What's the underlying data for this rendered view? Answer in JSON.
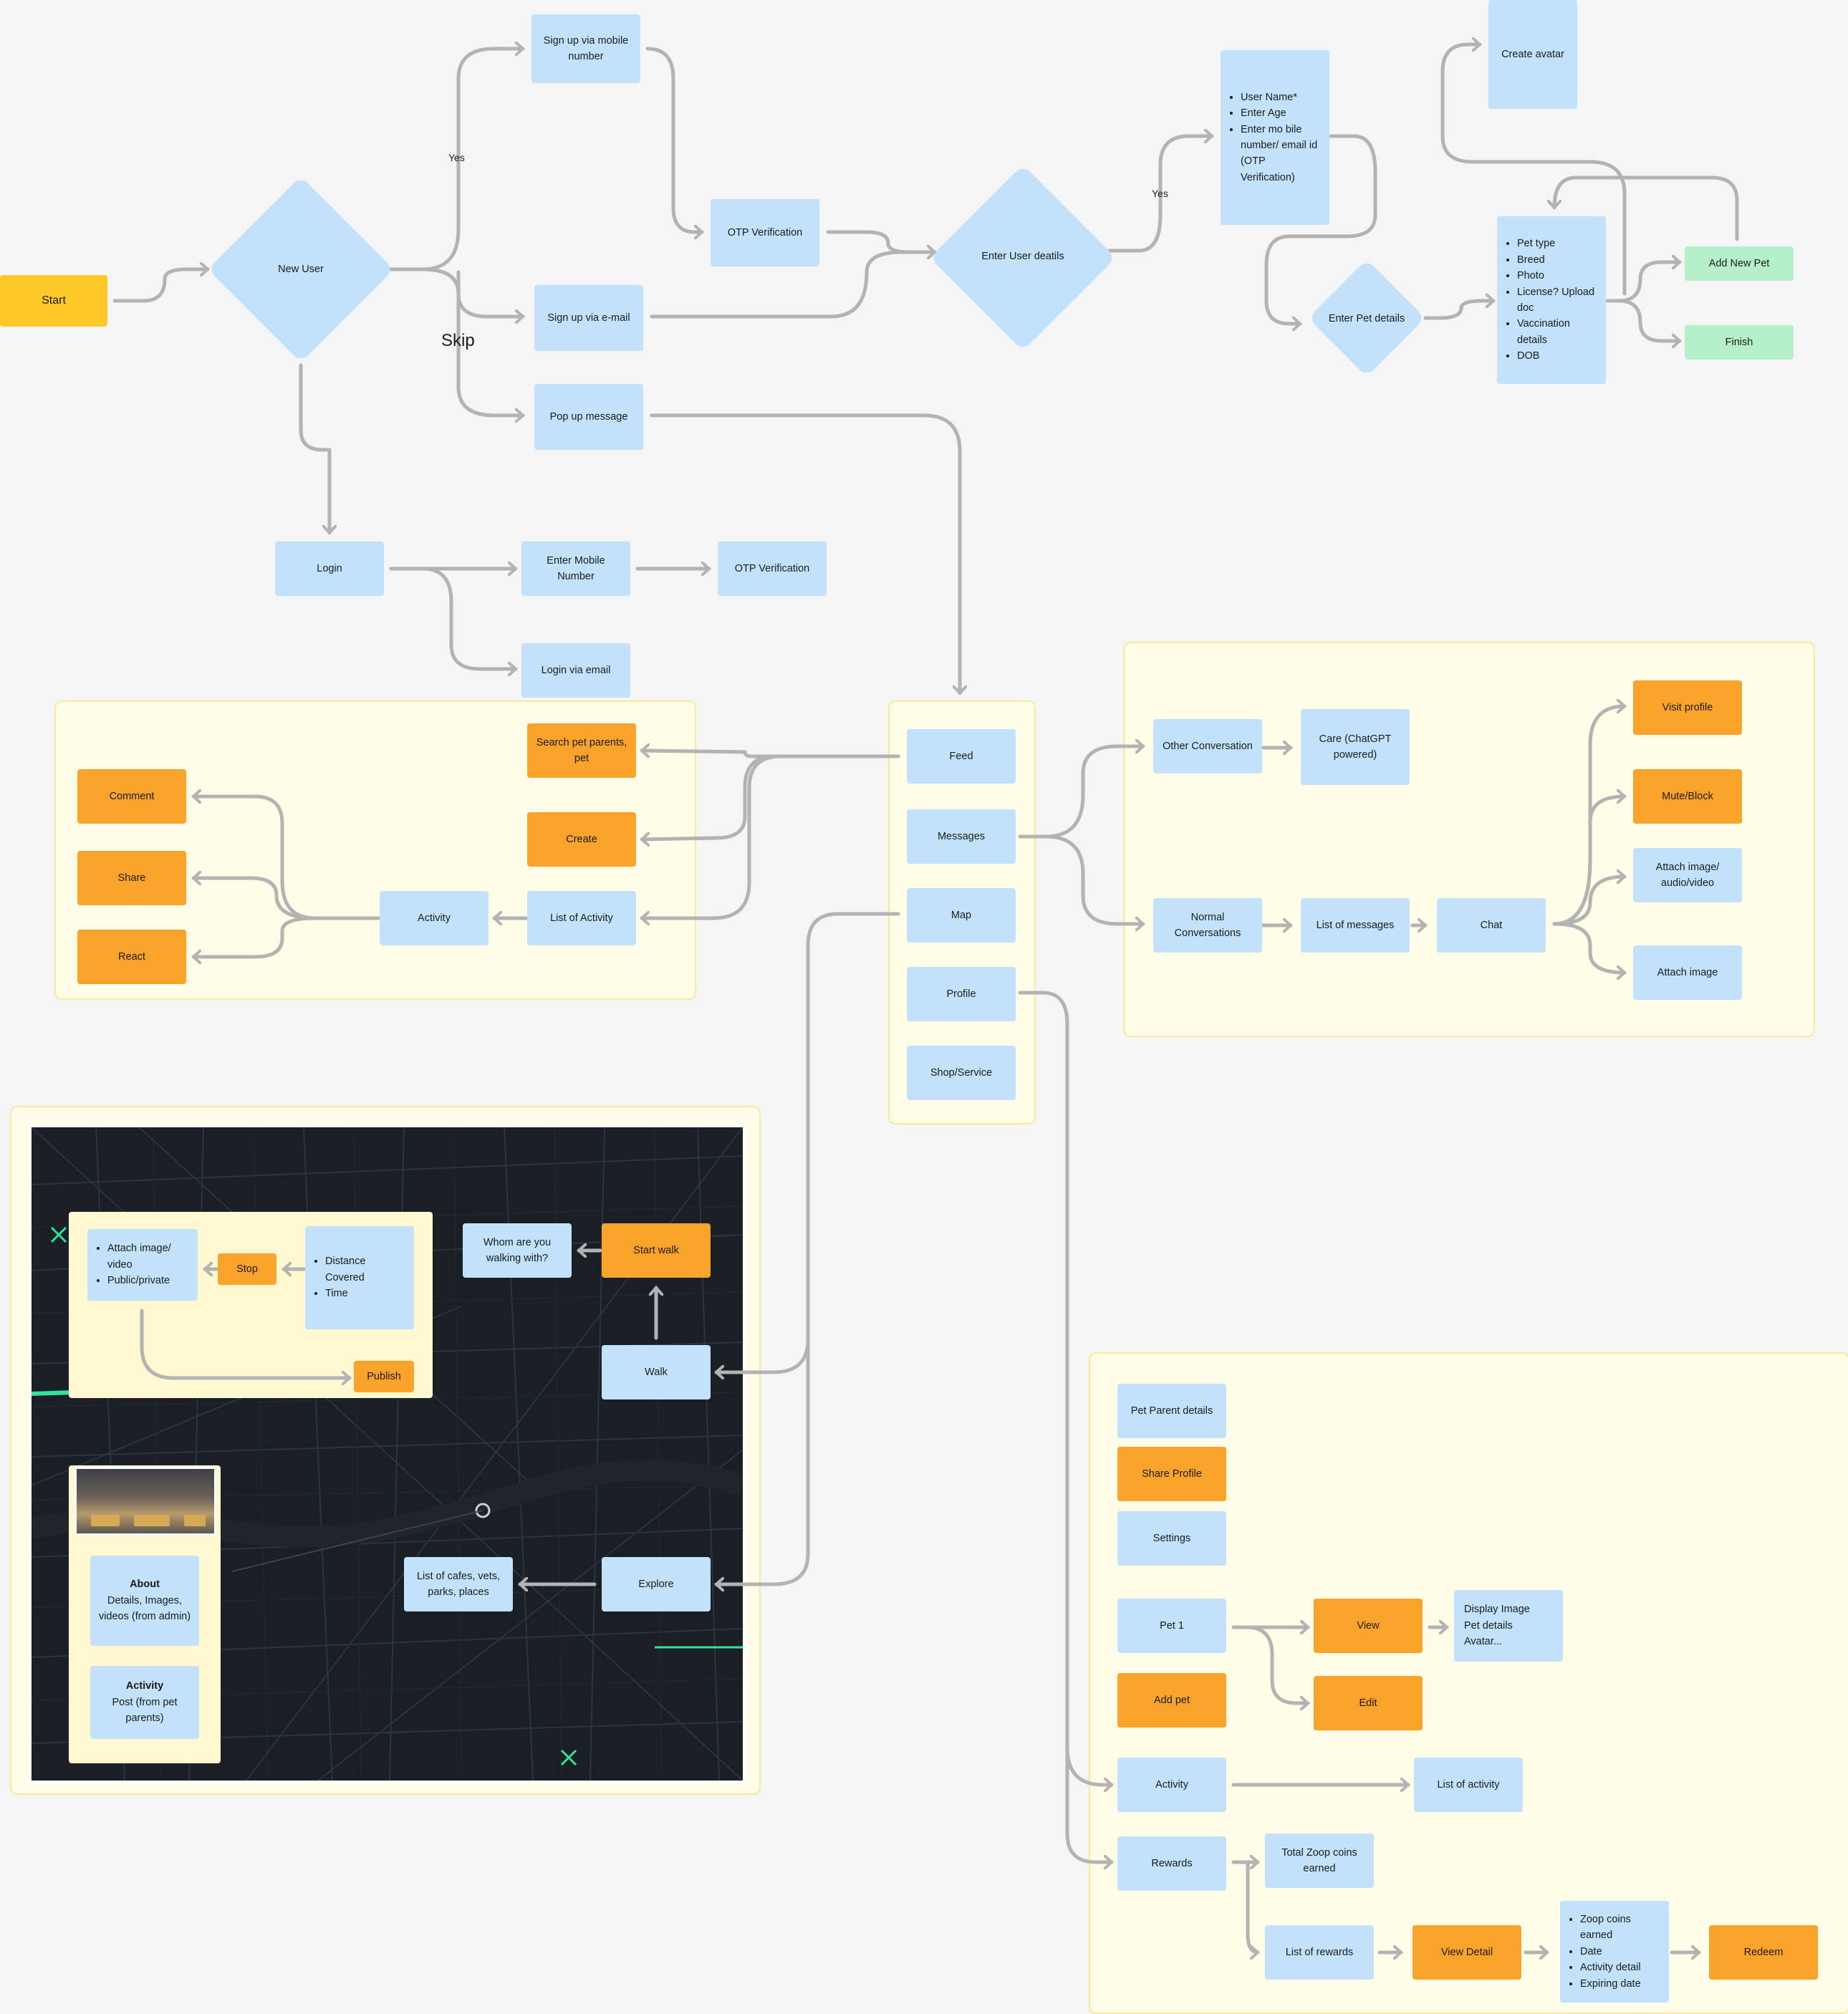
{
  "nodes": {
    "start": "Start",
    "new_user": "New User",
    "signup_mobile": "Sign up via mobile number",
    "otp_verification_1": "OTP Verification",
    "signup_email": "Sign up via e-mail",
    "popup_message": "Pop up message",
    "enter_user_details": "Enter User deatils",
    "user_fields": [
      "User Name*",
      "Enter Age",
      "Enter mo bile number/ email id (OTP Verification)"
    ],
    "create_avatar": "Create avatar",
    "enter_pet_details": "Enter Pet details",
    "pet_fields": [
      "Pet type",
      "Breed",
      "Photo",
      "License? Upload doc",
      "Vaccination details",
      "DOB"
    ],
    "add_new_pet": "Add New Pet",
    "finish": "Finish",
    "login": "Login",
    "enter_mobile_number": "Enter Mobile Number",
    "otp_verification_2": "OTP Verification",
    "login_via_email": "Login via email",
    "feed": "Feed",
    "messages": "Messages",
    "map": "Map",
    "profile": "Profile",
    "shop_service": "Shop/Service",
    "search_pet_parents": "Search pet parents, pet",
    "create": "Create",
    "list_of_activity": "List of Activity",
    "activity": "Activity",
    "comment": "Comment",
    "share": "Share",
    "react": "React",
    "other_conversation": "Other Conversation",
    "care_chatgpt": "Care (ChatGPT powered)",
    "normal_conversations": "Normal Conversations",
    "list_of_messages": "List of messages",
    "chat": "Chat",
    "visit_profile": "Visit profile",
    "mute_block": "Mute/Block",
    "attach_image_audio_video": "Attach image/ audio/video",
    "attach_image": "Attach image",
    "start_walk": "Start walk",
    "whom_walking_with": "Whom are you walking with?",
    "walk": "Walk",
    "stop": "Stop",
    "walk_stats": [
      "Distance Covered",
      "Time"
    ],
    "attach_options": [
      "Attach image/ video",
      "Public/private"
    ],
    "publish": "Publish",
    "explore": "Explore",
    "list_of_places": "List of cafes, vets, parks, places",
    "about_title": "About",
    "about_text": "Details, Images, videos (from admin)",
    "activity_card_title": "Activity",
    "activity_card_text": "Post (from pet parents)",
    "pet_parent_details": "Pet Parent details",
    "share_profile": "Share Profile",
    "settings": "Settings",
    "pet_1": "Pet 1",
    "view": "View",
    "display_details": [
      "Display Image",
      "Pet details",
      "Avatar..."
    ],
    "edit": "Edit",
    "add_pet": "Add pet",
    "profile_activity": "Activity",
    "list_of_activity_lower": "List of activity",
    "rewards": "Rewards",
    "total_zoop_coins": "Total Zoop coins earned",
    "list_of_rewards": "List of rewards",
    "view_detail": "View Detail",
    "reward_fields": [
      "Zoop coins earned",
      "Date",
      "Activity detail",
      "Expiring date"
    ],
    "redeem": "Redeem"
  },
  "edge_labels": {
    "yes_1": "Yes",
    "yes_2": "Yes",
    "skip": "Skip"
  },
  "colors": {
    "blue_node": "#c2e2fb",
    "orange_node": "#f9a32b",
    "green_node": "#b5f0cb",
    "start_node": "#fdc828",
    "group_fill": "#fffde7",
    "connector": "#b3b3b3"
  }
}
